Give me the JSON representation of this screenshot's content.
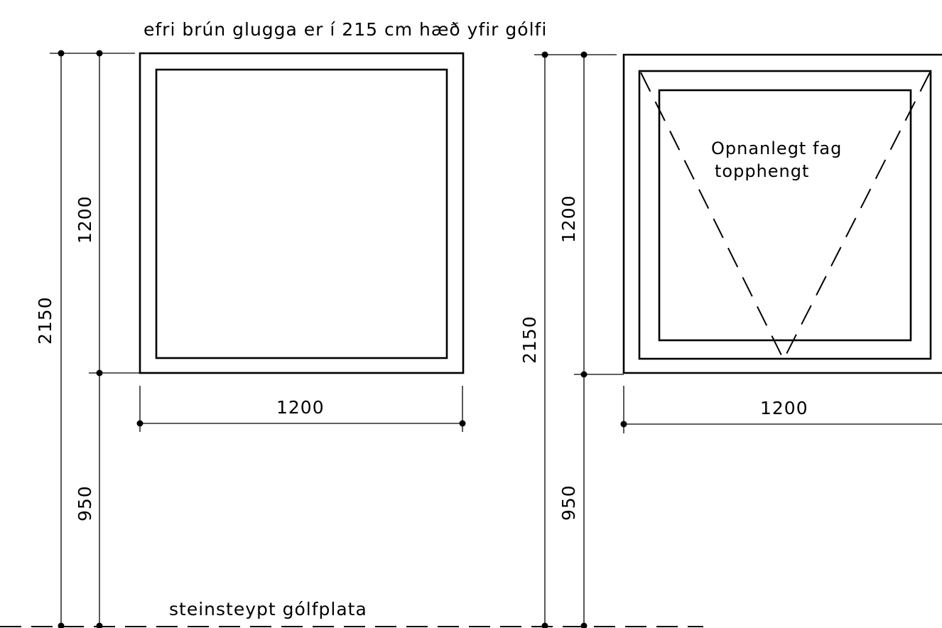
{
  "header_note": "efri brún glugga er í 215 cm hæð yfir gólfi",
  "floor_label": "steinsteypt gólfplata",
  "window_fixed": {
    "width_label": "1200",
    "height_label": "1200",
    "sill_label": "950",
    "total_label": "2150"
  },
  "window_opening": {
    "width_label": "1200",
    "height_label": "1200",
    "sill_label": "950",
    "total_label": "2150",
    "sash_label_line1": "Opnanlegt fag",
    "sash_label_line2": "topphengt"
  },
  "colors": {
    "line": "#000000",
    "background": "#ffffff"
  }
}
